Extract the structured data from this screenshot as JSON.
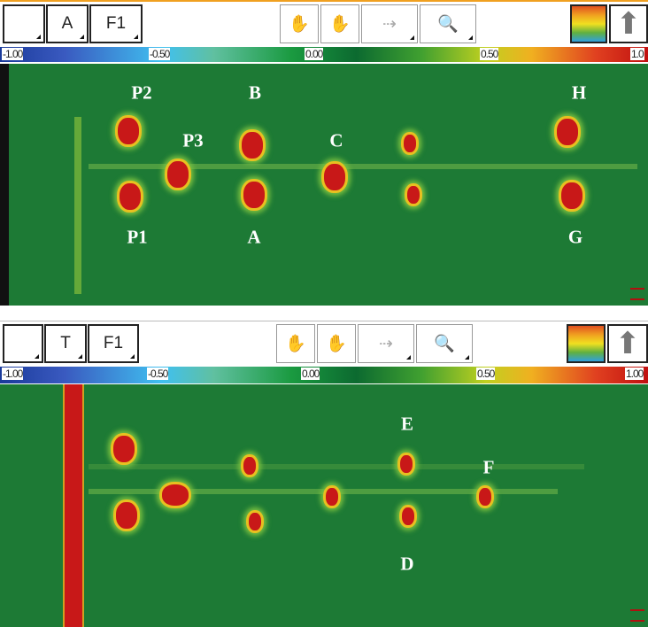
{
  "panels": [
    {
      "toolbar": {
        "mode": "A",
        "frame": "F1"
      },
      "colorbar": {
        "ticks": [
          "-1.00",
          "-0.50",
          "0.00",
          "0.50",
          "1.0"
        ]
      },
      "labels": {
        "P2": "P2",
        "B": "B",
        "P3": "P3",
        "C": "C",
        "H": "H",
        "P1": "P1",
        "A": "A",
        "G": "G"
      }
    },
    {
      "toolbar": {
        "mode": "T",
        "frame": "F1"
      },
      "colorbar": {
        "ticks": [
          "-1.00",
          "-0.50",
          "0.00",
          "0.50",
          "1.00"
        ]
      },
      "labels": {
        "E": "E",
        "F": "F",
        "D": "D"
      }
    }
  ],
  "icons": [
    "pan-hand-icon",
    "rotate-hand-icon",
    "step-arrow-icon",
    "zoom-hand-icon",
    "palette-icon",
    "up-arrow-icon"
  ]
}
